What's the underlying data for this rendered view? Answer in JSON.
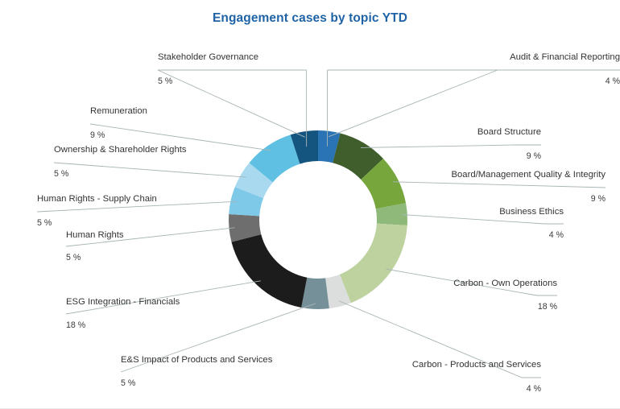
{
  "chart_data": {
    "type": "pie",
    "variant": "donut",
    "title": "Engagement cases by topic YTD",
    "xlabel": "",
    "ylabel": "",
    "value_unit": "%",
    "legend_position": "none",
    "grid": false,
    "categories": [
      "Audit & Financial Reporting",
      "Board Structure",
      "Board/Management Quality & Integrity",
      "Business Ethics",
      "Carbon - Own Operations",
      "Carbon - Products and Services",
      "E&S Impact of Products and Services",
      "ESG Integration - Financials",
      "Human Rights",
      "Human Rights - Supply Chain",
      "Ownership & Shareholder Rights",
      "Remuneration",
      "Stakeholder Governance"
    ],
    "values": [
      4,
      9,
      9,
      4,
      18,
      4,
      5,
      18,
      5,
      5,
      5,
      9,
      5
    ],
    "value_labels": [
      "4 %",
      "9 %",
      "9 %",
      "4 %",
      "18 %",
      "4 %",
      "5 %",
      "18 %",
      "5 %",
      "5 %",
      "5 %",
      "9 %",
      "5 %"
    ],
    "colors": [
      "#2a74b5",
      "#3f5e2c",
      "#76a63c",
      "#8fb97a",
      "#bed2a0",
      "#dcdddd",
      "#76909a",
      "#1c1c1c",
      "#6e6e6e",
      "#7ec8e8",
      "#a9d9ee",
      "#5fc0e3",
      "#14557f"
    ],
    "slices": [
      {
        "label": "Audit & Financial Reporting",
        "value": 4,
        "value_label": "4 %",
        "color": "#2a74b5"
      },
      {
        "label": "Board Structure",
        "value": 9,
        "value_label": "9 %",
        "color": "#3f5e2c"
      },
      {
        "label": "Board/Management Quality & Integrity",
        "value": 9,
        "value_label": "9 %",
        "color": "#76a63c"
      },
      {
        "label": "Business Ethics",
        "value": 4,
        "value_label": "4 %",
        "color": "#8fb97a"
      },
      {
        "label": "Carbon - Own Operations",
        "value": 18,
        "value_label": "18 %",
        "color": "#bed2a0"
      },
      {
        "label": "Carbon - Products and Services",
        "value": 4,
        "value_label": "4 %",
        "color": "#dcdddd"
      },
      {
        "label": "E&S Impact of Products and Services",
        "value": 5,
        "value_label": "5 %",
        "color": "#76909a"
      },
      {
        "label": "ESG Integration - Financials",
        "value": 18,
        "value_label": "18 %",
        "color": "#1c1c1c"
      },
      {
        "label": "Human Rights",
        "value": 5,
        "value_label": "5 %",
        "color": "#6e6e6e"
      },
      {
        "label": "Human Rights - Supply Chain",
        "value": 5,
        "value_label": "5 %",
        "color": "#7ec8e8"
      },
      {
        "label": "Ownership & Shareholder Rights",
        "value": 5,
        "value_label": "5 %",
        "color": "#a9d9ee"
      },
      {
        "label": "Remuneration",
        "value": 9,
        "value_label": "9 %",
        "color": "#5fc0e3"
      },
      {
        "label": "Stakeholder Governance",
        "value": 5,
        "value_label": "5 %",
        "color": "#14557f"
      }
    ],
    "total": 105,
    "title_color": "#1f63a6",
    "leader_color": "#a8b4b6"
  },
  "labels": {
    "right": [
      {
        "name": "audit-financial-reporting",
        "text": "Audit & Financial Reporting",
        "pct": "4 %"
      },
      {
        "name": "board-structure",
        "text": "Board Structure",
        "pct": "9 %"
      },
      {
        "name": "board-management-quality-integrity",
        "text": "Board/Management Quality & Integrity",
        "pct": "9 %"
      },
      {
        "name": "business-ethics",
        "text": "Business Ethics",
        "pct": "4 %"
      },
      {
        "name": "carbon-own-operations",
        "text": "Carbon - Own Operations",
        "pct": "18 %"
      },
      {
        "name": "carbon-products-and-services",
        "text": "Carbon - Products and Services",
        "pct": "4 %"
      }
    ],
    "left": [
      {
        "name": "stakeholder-governance",
        "text": "Stakeholder Governance",
        "pct": "5 %"
      },
      {
        "name": "remuneration",
        "text": "Remuneration",
        "pct": "9 %"
      },
      {
        "name": "ownership-shareholder-rights",
        "text": "Ownership & Shareholder Rights",
        "pct": "5 %"
      },
      {
        "name": "human-rights-supply-chain",
        "text": "Human Rights - Supply Chain",
        "pct": "5 %"
      },
      {
        "name": "human-rights",
        "text": "Human Rights",
        "pct": "5 %"
      },
      {
        "name": "esg-integration-financials",
        "text": "ESG Integration - Financials",
        "pct": "18 %"
      },
      {
        "name": "es-impact-of-products-and-services",
        "text": "E&S Impact of Products and Services",
        "pct": "5 %"
      }
    ]
  }
}
